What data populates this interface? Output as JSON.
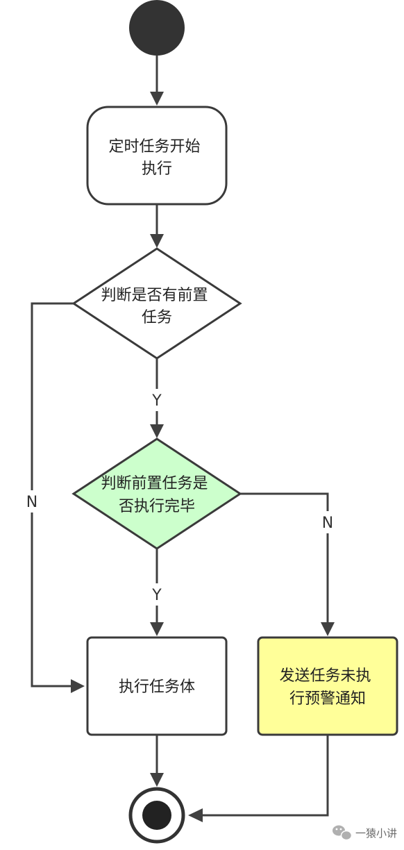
{
  "nodes": {
    "start_task": {
      "lines": [
        "定时任务开始",
        "执行"
      ]
    },
    "check_predecessor": {
      "lines": [
        "判断是否有前置",
        "任务"
      ]
    },
    "check_predecessor_done": {
      "lines": [
        "判断前置任务是",
        "否执行完毕"
      ]
    },
    "execute_task": {
      "lines": [
        "执行任务体"
      ]
    },
    "send_warning": {
      "lines": [
        "发送任务未执",
        "行预警通知"
      ]
    }
  },
  "edges": {
    "has_predecessor_yes": "Y",
    "has_predecessor_no": "N",
    "predecessor_done_yes": "Y",
    "predecessor_done_no": "N"
  },
  "colors": {
    "stroke": "#3a3a3a",
    "line": "#404040",
    "start_fill": "#333333",
    "decision_green": "#ccffcc",
    "warning_yellow": "#ffff99"
  },
  "watermark": {
    "text": "一猿小讲",
    "icon": "wechat-icon"
  }
}
